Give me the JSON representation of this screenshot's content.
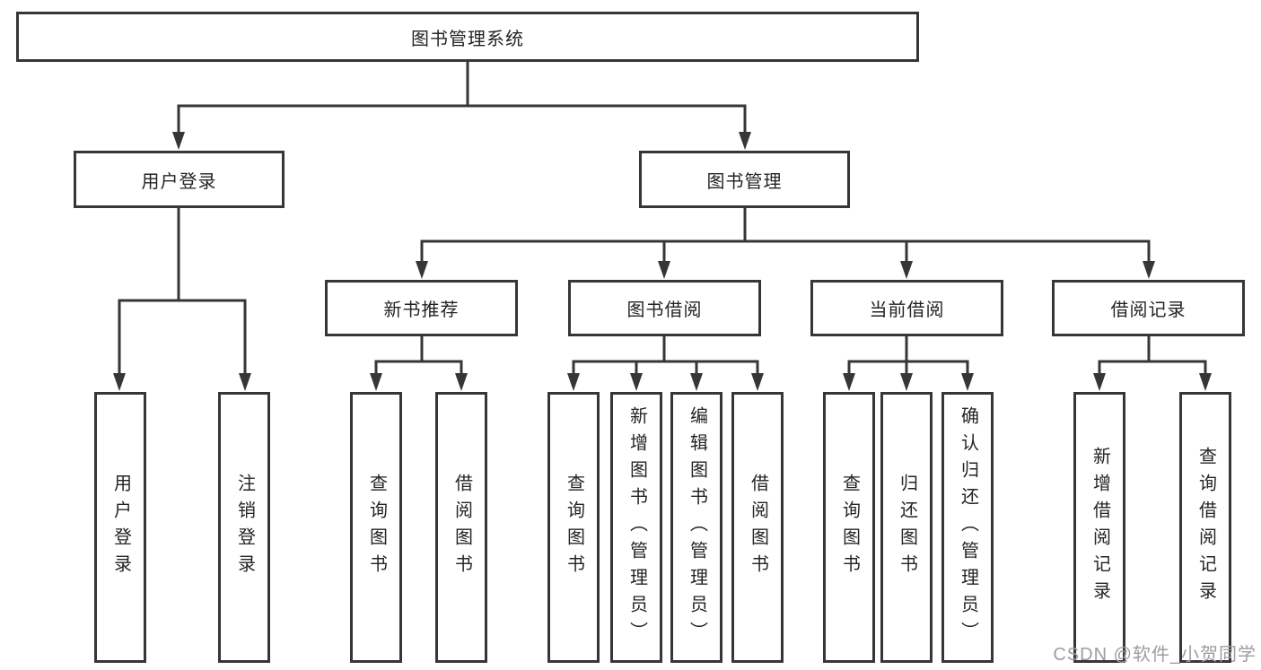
{
  "diagram": {
    "root": {
      "label": "图书管理系统"
    },
    "branches": [
      {
        "label": "用户登录",
        "children": [
          {
            "label": "用户登录"
          },
          {
            "label": "注销登录"
          }
        ]
      },
      {
        "label": "图书管理",
        "sections": [
          {
            "label": "新书推荐",
            "children": [
              {
                "label": "查询图书"
              },
              {
                "label": "借阅图书"
              }
            ]
          },
          {
            "label": "图书借阅",
            "children": [
              {
                "label": "查询图书"
              },
              {
                "label": "新增图书（管理员）"
              },
              {
                "label": "编辑图书（管理员）"
              },
              {
                "label": "借阅图书"
              }
            ]
          },
          {
            "label": "当前借阅",
            "children": [
              {
                "label": "查询图书"
              },
              {
                "label": "归还图书"
              },
              {
                "label": "确认归还（管理员）"
              }
            ]
          },
          {
            "label": "借阅记录",
            "children": [
              {
                "label": "新增借阅记录"
              },
              {
                "label": "查询借阅记录"
              }
            ]
          }
        ]
      }
    ],
    "colors": {
      "line": "#363636",
      "box_border": "#363636",
      "box_fill": "#ffffff",
      "text": "#242424",
      "watermark": "#9d9d9d",
      "background": "#ffffff"
    }
  },
  "watermark": {
    "text": "CSDN @软件_小贺同学"
  }
}
